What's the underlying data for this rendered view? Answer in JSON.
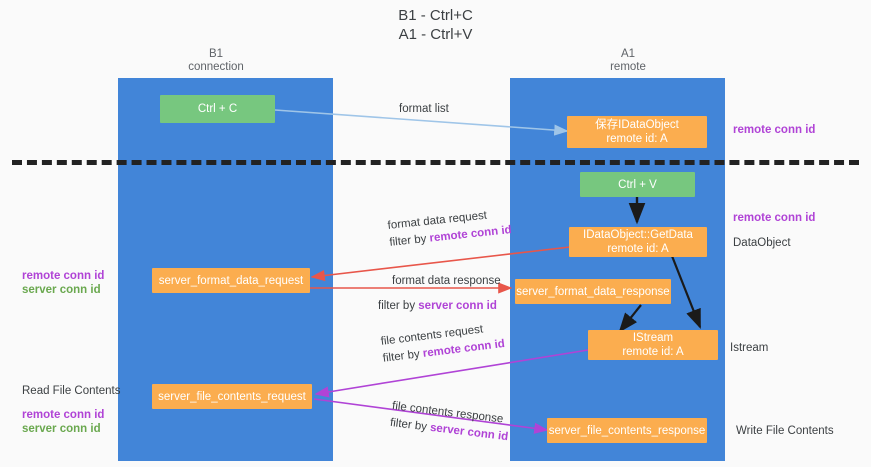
{
  "title": {
    "line1": "B1 - Ctrl+C",
    "line2": "A1 - Ctrl+V"
  },
  "colors": {
    "lane": "#4285d8",
    "green_node": "#77c77f",
    "orange_node": "#fbad4f",
    "purple_text": "#b043d6",
    "green_text": "#6aa84f",
    "blue_arrow": "#9fc5e8",
    "red_arrow": "#e8564a",
    "magenta_arrow": "#b043d6",
    "dark_arrow": "#1a1a1a",
    "background": "#fafafa"
  },
  "columns": [
    {
      "id": "b1",
      "title": "B1",
      "subtitle": "connection"
    },
    {
      "id": "a1",
      "title": "A1",
      "subtitle": "remote"
    }
  ],
  "nodes": [
    {
      "id": "ctrl-c",
      "column": "b1",
      "kind": "green",
      "line1": "Ctrl + C",
      "line2": ""
    },
    {
      "id": "save-idataobject",
      "column": "a1",
      "kind": "orange",
      "line1": "保存IDataObject",
      "line2": "remote id: A"
    },
    {
      "id": "ctrl-v",
      "column": "a1",
      "kind": "green",
      "line1": "Ctrl + V",
      "line2": ""
    },
    {
      "id": "idataobject-getdata",
      "column": "a1",
      "kind": "orange",
      "line1": "IDataObject::GetData",
      "line2": "remote id: A"
    },
    {
      "id": "server-format-data-request",
      "column": "b1",
      "kind": "orange",
      "line1": "server_format_data_request",
      "line2": ""
    },
    {
      "id": "server-format-data-response",
      "column": "a1",
      "kind": "orange",
      "line1": "server_format_data_response",
      "line2": ""
    },
    {
      "id": "istream",
      "column": "a1",
      "kind": "orange",
      "line1": "IStream",
      "line2": "remote id: A"
    },
    {
      "id": "server-file-contents-request",
      "column": "b1",
      "kind": "orange",
      "line1": "server_file_contents_request",
      "line2": ""
    },
    {
      "id": "server-file-contents-response",
      "column": "a1",
      "kind": "orange",
      "line1": "server_file_contents_response",
      "line2": ""
    }
  ],
  "edge_labels": {
    "format_list": "format list",
    "format_data_request": "format data request",
    "format_data_response": "format data response",
    "file_contents_request": "file contents request",
    "file_contents_response": "file contents response",
    "filter_by": "filter by",
    "remote_conn_id": "remote conn id",
    "server_conn_id": "server conn id"
  },
  "side_labels": {
    "right_remote_conn_id_top": "remote conn id",
    "right_remote_conn_id_mid": "remote conn id",
    "right_dataobject": "DataObject",
    "right_istream": "Istream",
    "right_write_file_contents": "Write File Contents",
    "left_remote_conn_id": "remote conn id",
    "left_server_conn_id": "server conn id",
    "left_read_file_contents": "Read File Contents",
    "left_remote_conn_id_2": "remote conn id",
    "left_server_conn_id_2": "server conn id"
  }
}
